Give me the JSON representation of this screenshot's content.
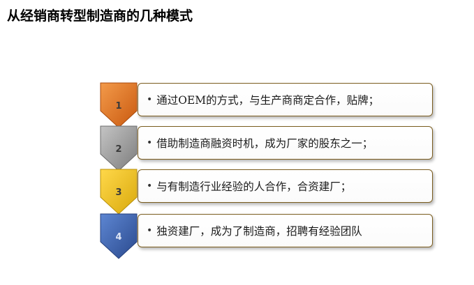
{
  "title": "从经销商转型制造商的几种模式",
  "steps": [
    {
      "number": "1",
      "text": "通过OEM的方式，与生产商商定合作，贴牌；",
      "color": "#e0701e",
      "color_dark": "#b24f0e"
    },
    {
      "number": "2",
      "text": "借助制造商融资时机，成为厂家的股东之一；",
      "color": "#9a9a9a",
      "color_dark": "#6b6b6b"
    },
    {
      "number": "3",
      "text": "与有制造行业经验的人合作，合资建厂；",
      "color": "#f2c21a",
      "color_dark": "#c89a0a"
    },
    {
      "number": "4",
      "text": "独资建厂，成为了制造商，招聘有经验团队",
      "color": "#3c63b0",
      "color_dark": "#253f7c"
    }
  ],
  "bullet": "•"
}
